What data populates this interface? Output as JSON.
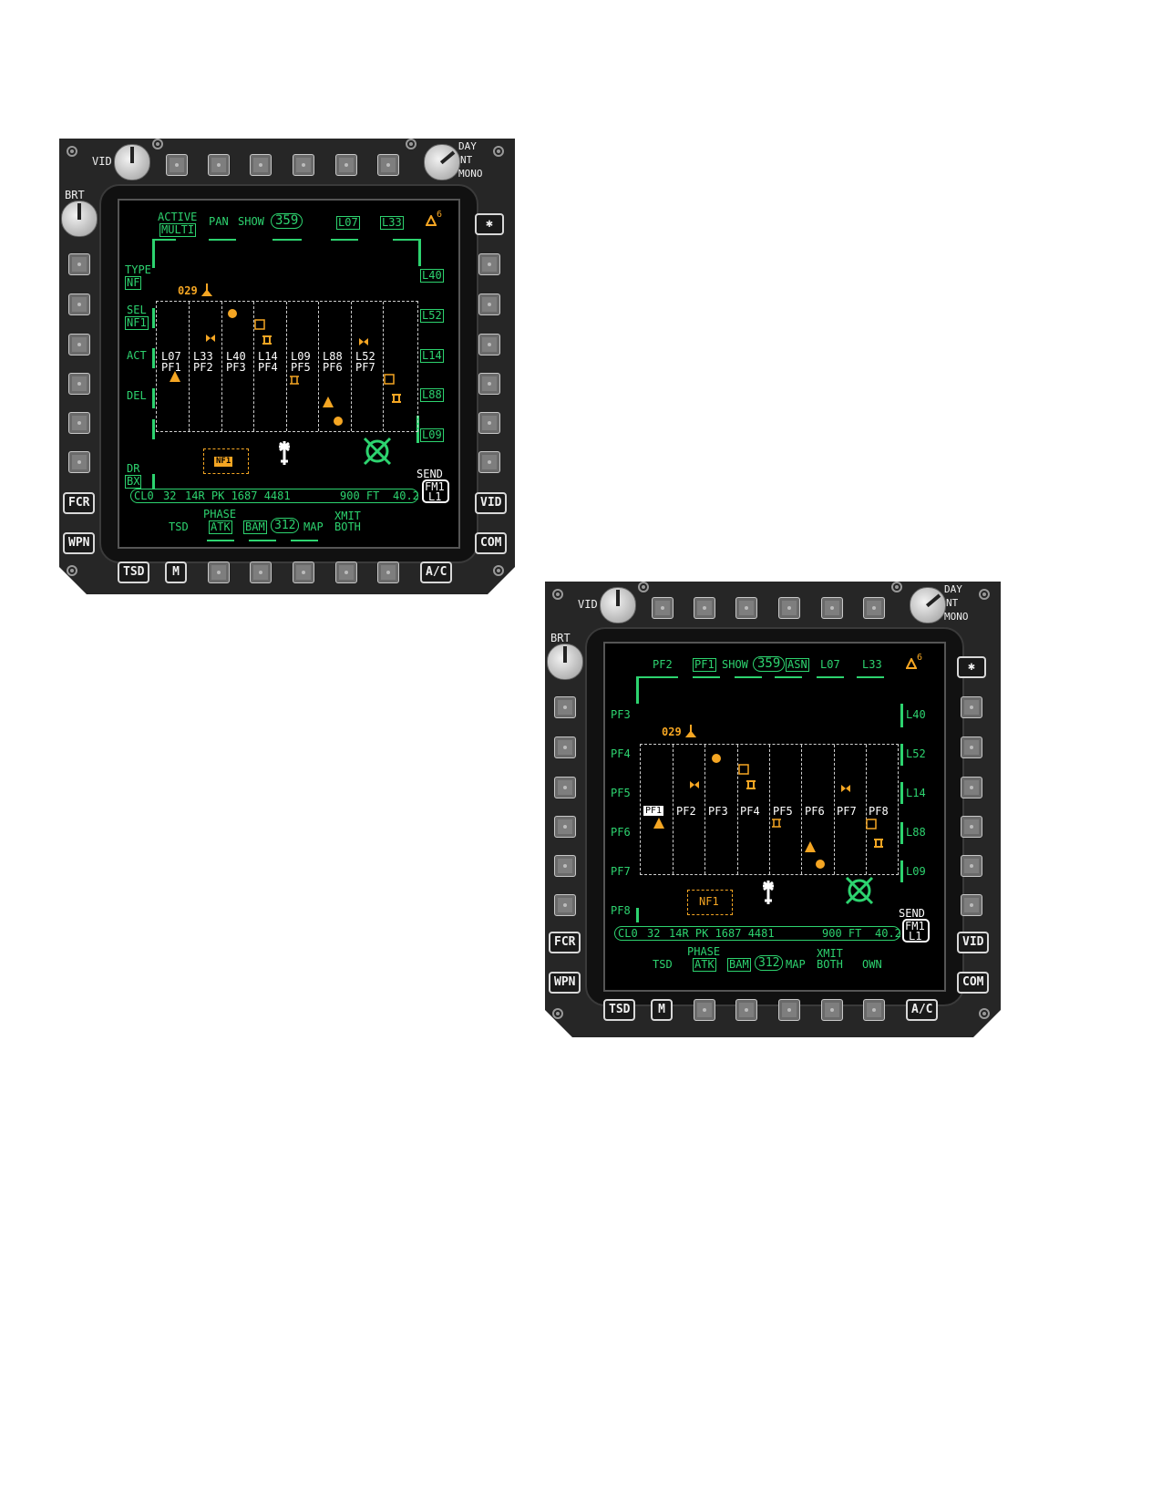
{
  "bezel": {
    "vid": "VID",
    "brt": "BRT",
    "day": "DAY",
    "nt": "NT",
    "mono": "MONO",
    "left_bottom_keys": [
      "FCR",
      "WPN"
    ],
    "right_bottom_keys": [
      "VID",
      "COM"
    ],
    "bottom_keys": [
      "TSD",
      "M",
      "A/C"
    ],
    "star": "✱"
  },
  "display1": {
    "top": {
      "active": "ACTIVE",
      "multi": "MULTI",
      "pan": "PAN",
      "show": "SHOW",
      "heading": "359",
      "l07": "L07",
      "l33": "L33",
      "tri_count": "6"
    },
    "left": {
      "type": "TYPE",
      "nf": "NF",
      "sel": "SEL",
      "nf1": "NF1",
      "act": "ACT",
      "del": "DEL",
      "dr": "DR",
      "bx": "BX"
    },
    "right": [
      "L40",
      "L52",
      "L14",
      "L88",
      "L09"
    ],
    "alt_label": "029",
    "columns": [
      {
        "top": "L07",
        "bottom": "PF1"
      },
      {
        "top": "L33",
        "bottom": "PF2"
      },
      {
        "top": "L40",
        "bottom": "PF3"
      },
      {
        "top": "L14",
        "bottom": "PF4"
      },
      {
        "top": "L09",
        "bottom": "PF5"
      },
      {
        "top": "L88",
        "bottom": "PF6"
      },
      {
        "top": "L52",
        "bottom": "PF7"
      }
    ],
    "nf_box": "NF1",
    "status": {
      "cl": "CL0",
      "num": "32",
      "wp": "14R PK 1687 4481",
      "alt": "900 FT",
      "range": "40.2"
    },
    "send": "SEND",
    "fm1": "FM1",
    "l1": "L1",
    "bottom": {
      "tsd": "TSD",
      "phase": "PHASE",
      "atk": "ATK",
      "bam": "BAM",
      "bam_num": "312",
      "map": "MAP",
      "xmit": "XMIT",
      "both": "BOTH"
    }
  },
  "display2": {
    "top": {
      "pf2": "PF2",
      "pf1": "PF1",
      "show": "SHOW",
      "heading": "359",
      "asn": "ASN",
      "l07": "L07",
      "l33": "L33",
      "tri_count": "6"
    },
    "left": [
      "PF3",
      "PF4",
      "PF5",
      "PF6",
      "PF7",
      "PF8"
    ],
    "right": [
      "L40",
      "L52",
      "L14",
      "L88",
      "L09"
    ],
    "alt_label": "029",
    "columns": [
      "PF1",
      "PF2",
      "PF3",
      "PF4",
      "PF5",
      "PF6",
      "PF7",
      "PF8"
    ],
    "nf_box": "NF1",
    "status": {
      "cl": "CL0",
      "num": "32",
      "wp": "14R PK 1687 4481",
      "alt": "900 FT",
      "range": "40.2"
    },
    "send": "SEND",
    "fm1": "FM1",
    "l1": "L1",
    "bottom": {
      "tsd": "TSD",
      "phase": "PHASE",
      "atk": "ATK",
      "bam": "BAM",
      "bam_num": "312",
      "map": "MAP",
      "xmit": "XMIT",
      "both": "BOTH",
      "own": "OWN"
    }
  },
  "colors": {
    "symbology": "#2dd36f",
    "threat": "#f5a623",
    "text": "#ffffff"
  }
}
